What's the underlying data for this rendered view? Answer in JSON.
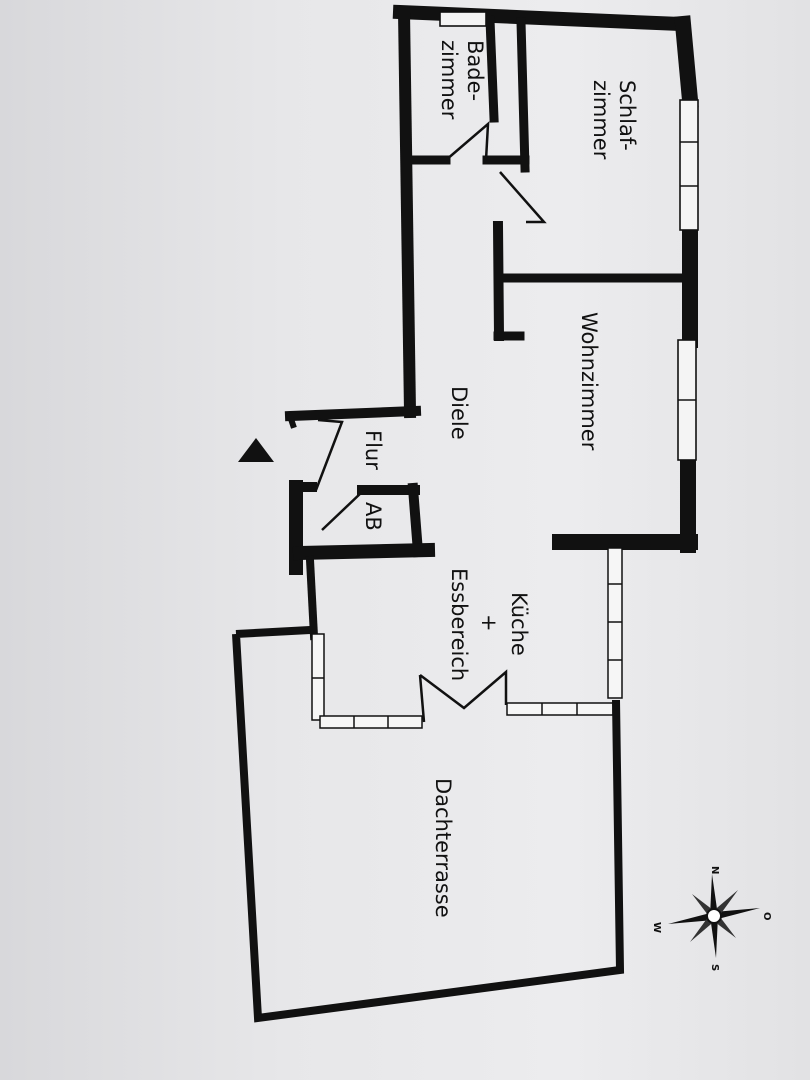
{
  "rooms": {
    "schlafzimmer": [
      "Schlaf-",
      "zimmer"
    ],
    "badezimmer": [
      "Bade-",
      "zimmer"
    ],
    "wohnzimmer": "Wohnzimmer",
    "diele": "Diele",
    "flur": "Flur",
    "ab": "AB",
    "kueche": [
      "Küche",
      "+",
      "Essbereich"
    ],
    "dachterrasse": "Dachterrasse"
  },
  "compass": {
    "n": "N",
    "s": "S",
    "w": "W",
    "o": "O"
  },
  "colors": {
    "wall": "#111111",
    "paper": "#ebebed",
    "window": "#f4f4f4"
  }
}
